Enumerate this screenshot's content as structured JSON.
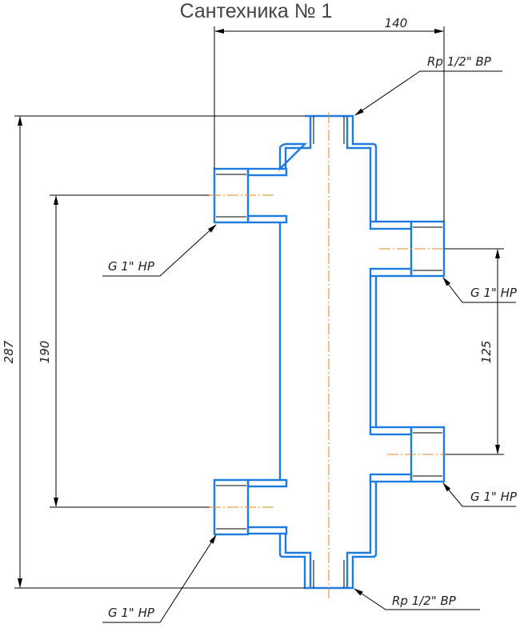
{
  "title": "Сантехника № 1",
  "dimensions": {
    "width": "140",
    "height": "287",
    "left_spacing": "190",
    "right_spacing": "125"
  },
  "callouts": {
    "top_outlet": "Rp 1/2\" ВР",
    "bottom_outlet": "Rp 1/2\" ВР",
    "left_upper": "G 1\" НР",
    "left_lower": "G 1\" НР",
    "right_upper": "G 1\" НР",
    "right_lower": "G 1\" НР"
  },
  "colors": {
    "body": "#1e7be0",
    "centerline": "#e08a1e",
    "dimension": "#000000"
  }
}
